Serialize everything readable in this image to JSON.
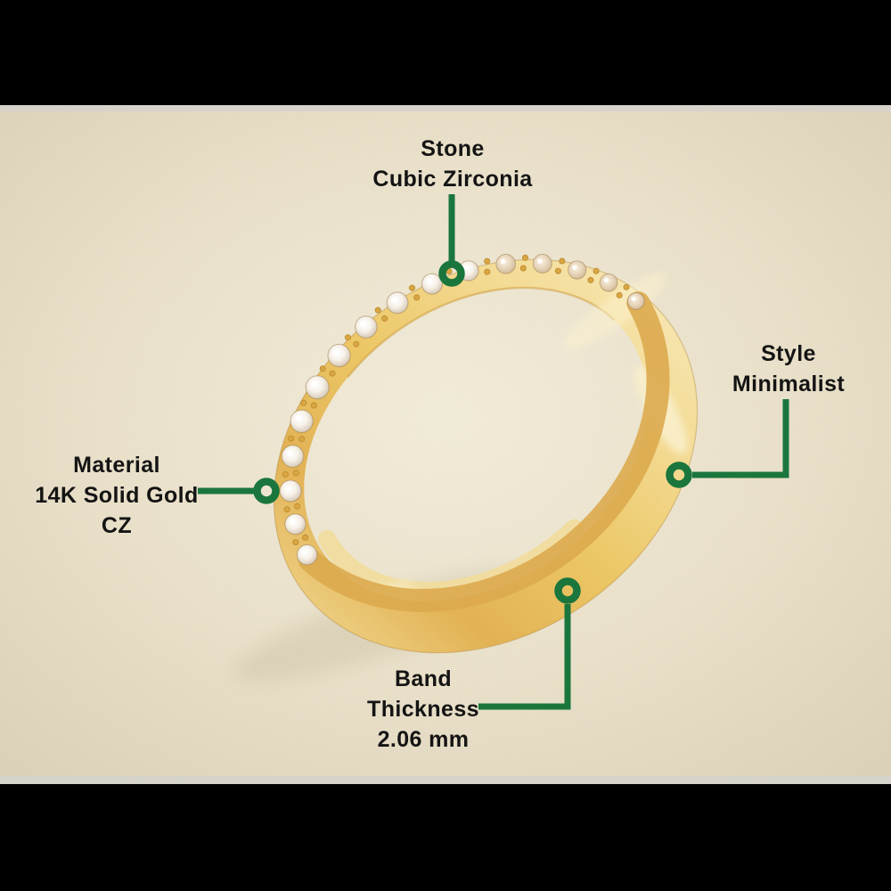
{
  "photo": {
    "alt": "Thin 14K gold band ring set with a row of round cubic zirconia stones, shown tilted on a beige sparkle background"
  },
  "colors": {
    "accent_green": "#1a763c",
    "text": "#141414",
    "letterbox": "#000000",
    "film_edge": "#d6d3cb",
    "background_beige": "#ece2ca",
    "gold": "#e8c466"
  },
  "labels": {
    "stone": {
      "lines": [
        "Stone",
        "Cubic Zirconia"
      ]
    },
    "style": {
      "lines": [
        "Style",
        "Minimalist"
      ]
    },
    "material": {
      "lines": [
        "Material",
        "14K Solid Gold",
        "CZ"
      ]
    },
    "band_thickness": {
      "lines": [
        "Band",
        "Thickness",
        "2.06 mm"
      ]
    }
  }
}
